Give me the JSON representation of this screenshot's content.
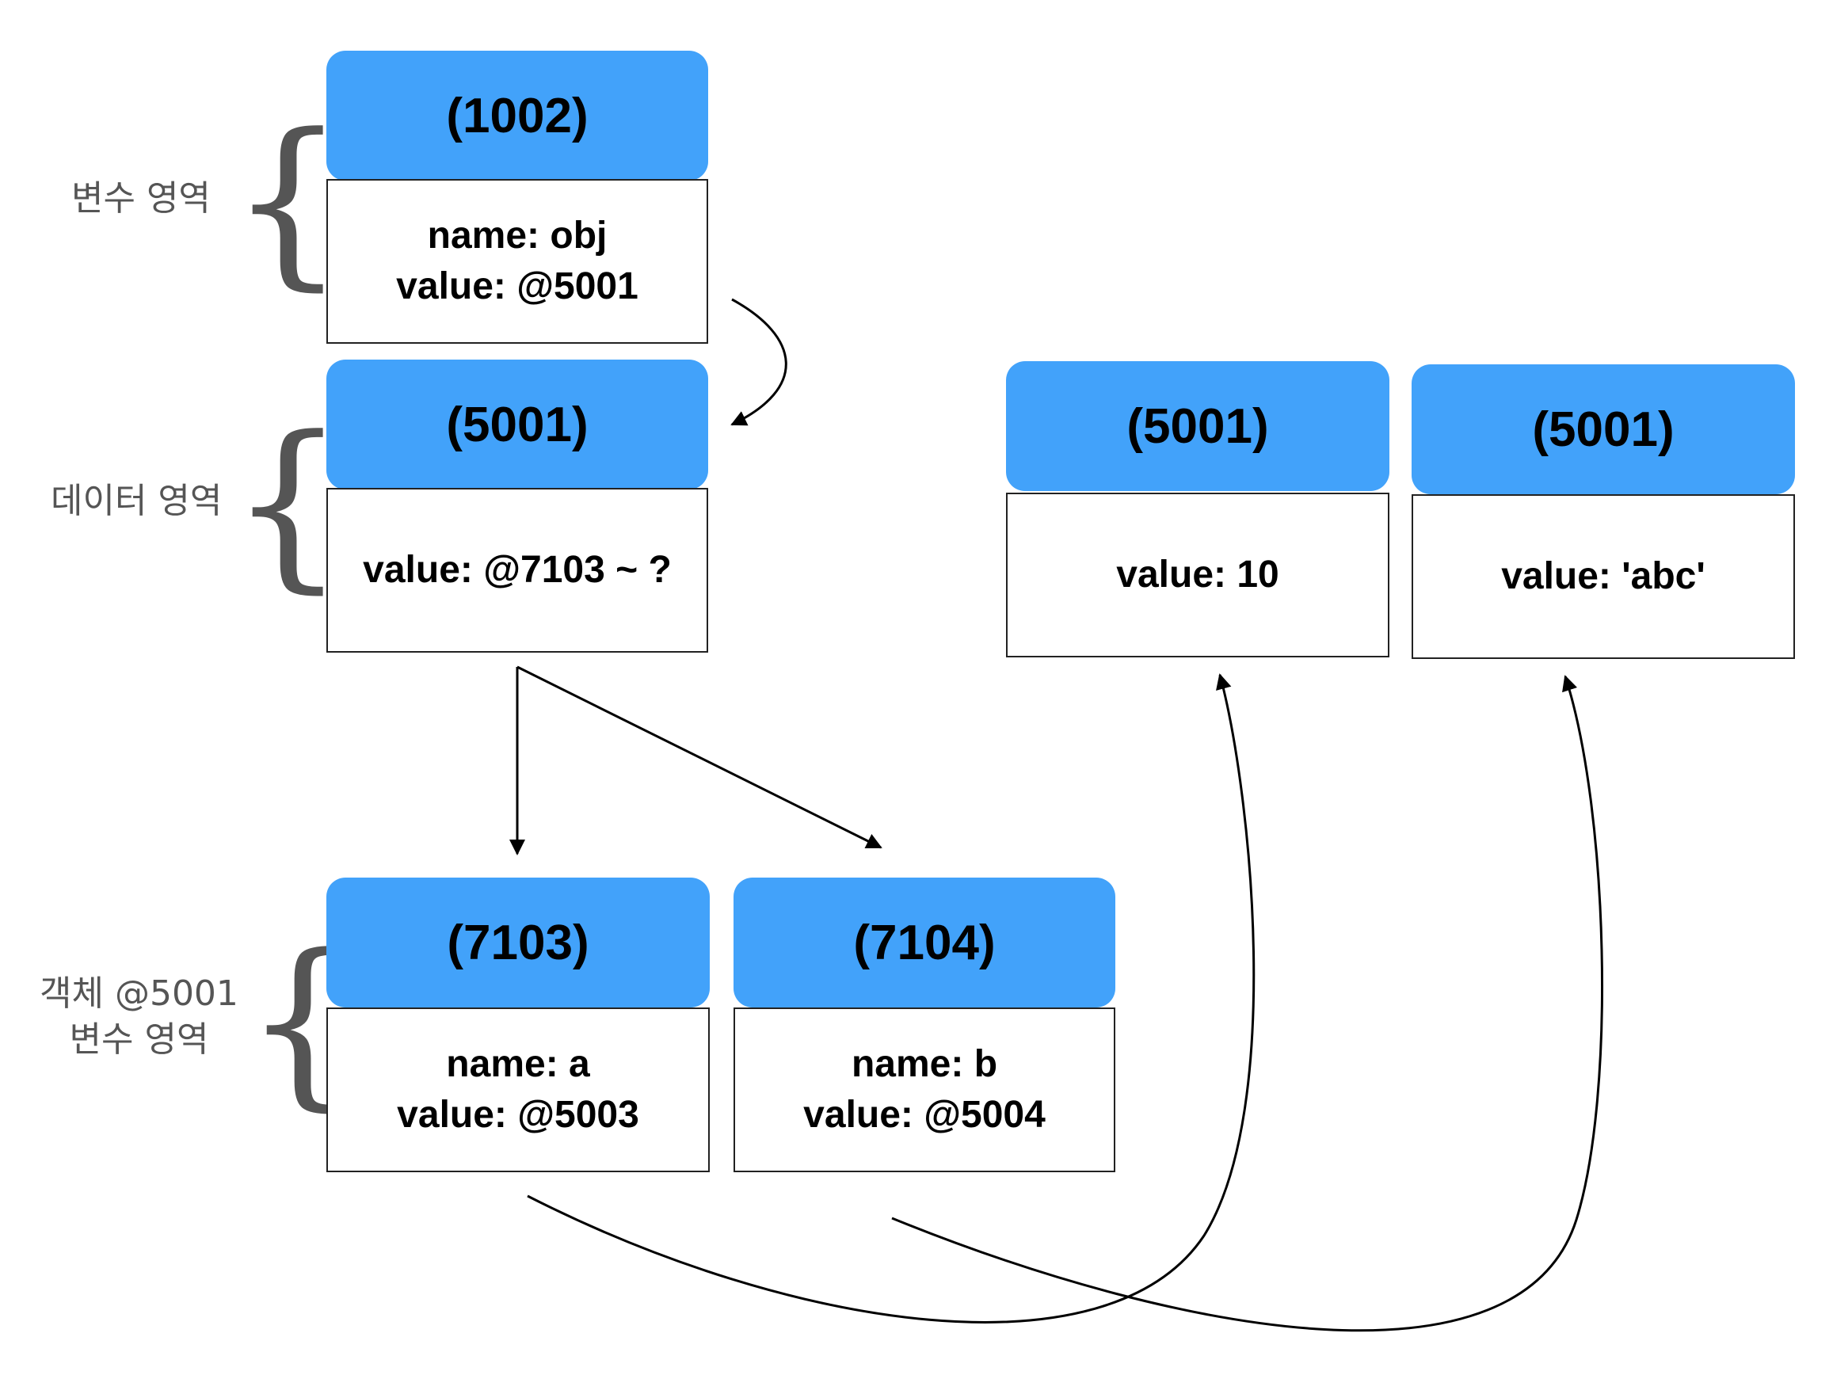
{
  "regions": {
    "variable_area": "변수 영역",
    "data_area": "데이터 영역",
    "object_variable_area_line1": "객체 @5001",
    "object_variable_area_line2": "변수 영역"
  },
  "cells": {
    "var_1002": {
      "address": "(1002)",
      "line1": "name: obj",
      "line2": "value: @5001"
    },
    "data_5001": {
      "address": "(5001)",
      "line1": "value: @7103 ~ ?"
    },
    "prop_7103": {
      "address": "(7103)",
      "line1": "name: a",
      "line2": "value: @5003"
    },
    "prop_7104": {
      "address": "(7104)",
      "line1": "name: b",
      "line2": "value: @5004"
    },
    "data_num": {
      "address": "(5001)",
      "line1": "value: 10"
    },
    "data_str": {
      "address": "(5001)",
      "line1": "value: 'abc'"
    }
  },
  "colors": {
    "header_fill": "#42a2fa",
    "border": "#222222",
    "label_text": "#555555",
    "arrow": "#000000"
  }
}
